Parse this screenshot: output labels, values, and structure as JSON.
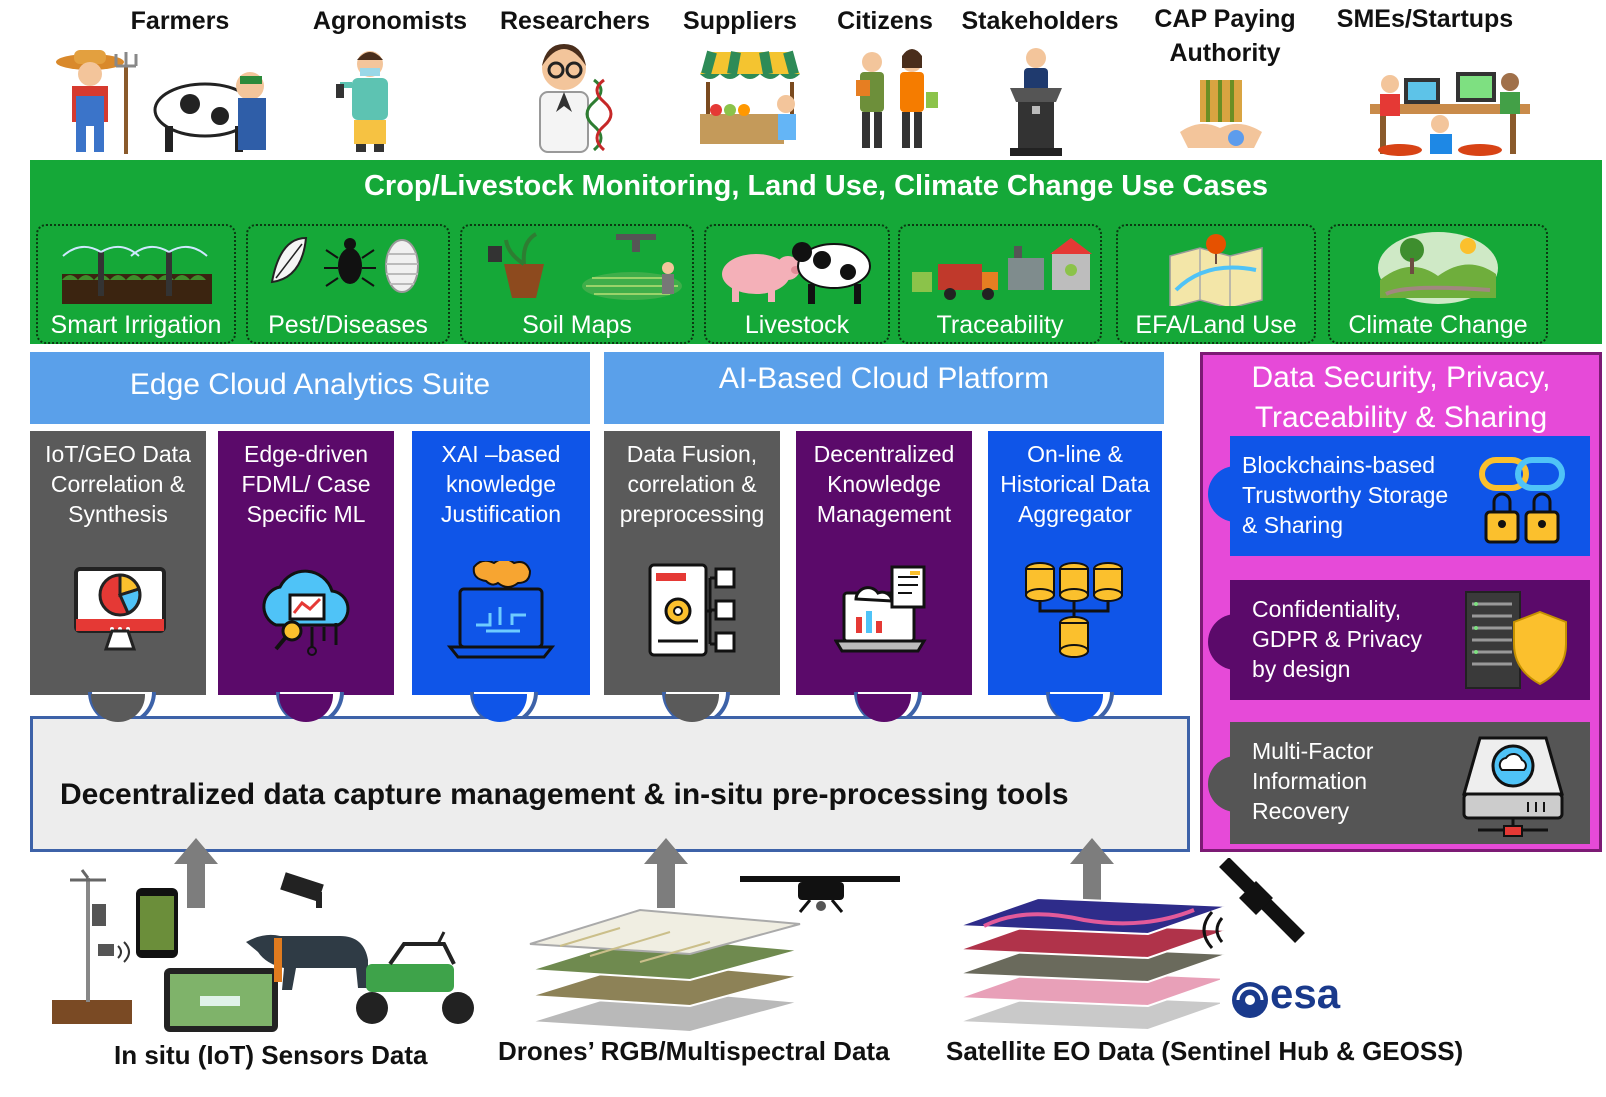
{
  "stakeholders": [
    "Farmers",
    "Agronomists",
    "Researchers",
    "Suppliers",
    "Citizens",
    "Stakeholders",
    "CAP Paying Authority",
    "SMEs/Startups"
  ],
  "use_cases": {
    "title": "Crop/Livestock Monitoring, Land Use, Climate Change Use Cases",
    "items": [
      "Smart Irrigation",
      "Pest/Diseases",
      "Soil Maps",
      "Livestock",
      "Traceability",
      "EFA/Land Use",
      "Climate Change"
    ]
  },
  "edge_suite": {
    "title": "Edge Cloud Analytics Suite",
    "modules": [
      "IoT/GEO Data Correlation & Synthesis",
      "Edge-driven FDML/ Case Specific ML",
      "XAI –based knowledge Justification"
    ]
  },
  "cloud_platform": {
    "title": "AI-Based Cloud Platform",
    "modules": [
      "Data Fusion, correlation & preprocessing",
      "Decentralized Knowledge Management",
      "On-line & Historical Data Aggregator"
    ]
  },
  "security": {
    "title": "Data Security, Privacy, Traceability & Sharing",
    "items": [
      "Blockchains-based Trustworthy Storage & Sharing",
      "Confidentiality, GDPR & Privacy by design",
      "Multi-Factor Information Recovery"
    ]
  },
  "base": {
    "label": "Decentralized data capture management & in-situ pre-processing tools"
  },
  "sources": [
    "In situ (IoT) Sensors Data",
    "Drones’ RGB/Multispectral Data",
    "Satellite EO Data (Sentinel Hub & GEOSS)"
  ],
  "logo_text": "esa",
  "colors": {
    "use_case_band": "#15a838",
    "suite_header": "#5aa0ea",
    "module_grey": "#5a5a5a",
    "module_purple": "#5b0a6a",
    "module_blue": "#0f55e8",
    "security_panel": "#e64ad8",
    "base_border": "#3d62a8"
  }
}
